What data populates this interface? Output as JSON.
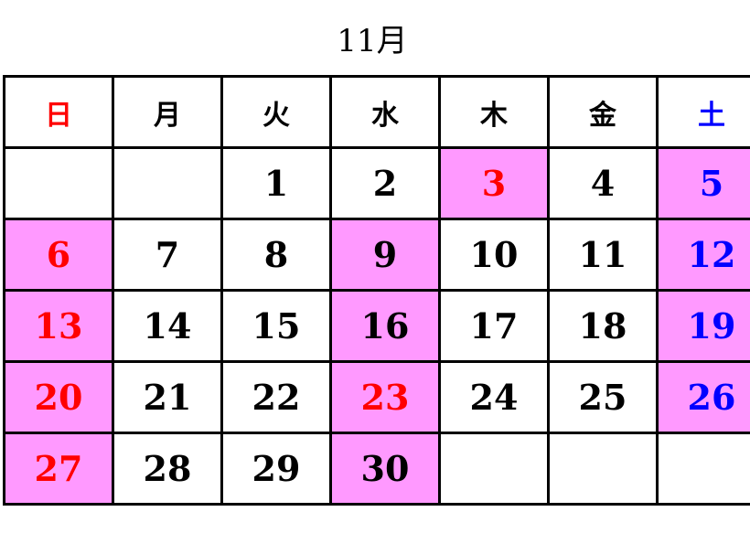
{
  "title": "11月",
  "weekdays": [
    "日",
    "月",
    "火",
    "水",
    "木",
    "金",
    "土"
  ],
  "colors": {
    "sunday": "#ff0000",
    "saturday": "#0000ff",
    "normal": "#000000",
    "highlight_bg": "#ff99ff"
  },
  "weeks": [
    [
      {
        "day": "",
        "highlight": false,
        "color": "normal"
      },
      {
        "day": "",
        "highlight": false,
        "color": "normal"
      },
      {
        "day": "1",
        "highlight": false,
        "color": "normal"
      },
      {
        "day": "2",
        "highlight": false,
        "color": "normal"
      },
      {
        "day": "3",
        "highlight": true,
        "color": "sunday"
      },
      {
        "day": "4",
        "highlight": false,
        "color": "normal"
      },
      {
        "day": "5",
        "highlight": true,
        "color": "saturday"
      }
    ],
    [
      {
        "day": "6",
        "highlight": true,
        "color": "sunday"
      },
      {
        "day": "7",
        "highlight": false,
        "color": "normal"
      },
      {
        "day": "8",
        "highlight": false,
        "color": "normal"
      },
      {
        "day": "9",
        "highlight": true,
        "color": "normal"
      },
      {
        "day": "10",
        "highlight": false,
        "color": "normal"
      },
      {
        "day": "11",
        "highlight": false,
        "color": "normal"
      },
      {
        "day": "12",
        "highlight": true,
        "color": "saturday"
      }
    ],
    [
      {
        "day": "13",
        "highlight": true,
        "color": "sunday"
      },
      {
        "day": "14",
        "highlight": false,
        "color": "normal"
      },
      {
        "day": "15",
        "highlight": false,
        "color": "normal"
      },
      {
        "day": "16",
        "highlight": true,
        "color": "normal"
      },
      {
        "day": "17",
        "highlight": false,
        "color": "normal"
      },
      {
        "day": "18",
        "highlight": false,
        "color": "normal"
      },
      {
        "day": "19",
        "highlight": true,
        "color": "saturday"
      }
    ],
    [
      {
        "day": "20",
        "highlight": true,
        "color": "sunday"
      },
      {
        "day": "21",
        "highlight": false,
        "color": "normal"
      },
      {
        "day": "22",
        "highlight": false,
        "color": "normal"
      },
      {
        "day": "23",
        "highlight": true,
        "color": "sunday"
      },
      {
        "day": "24",
        "highlight": false,
        "color": "normal"
      },
      {
        "day": "25",
        "highlight": false,
        "color": "normal"
      },
      {
        "day": "26",
        "highlight": true,
        "color": "saturday"
      }
    ],
    [
      {
        "day": "27",
        "highlight": true,
        "color": "sunday"
      },
      {
        "day": "28",
        "highlight": false,
        "color": "normal"
      },
      {
        "day": "29",
        "highlight": false,
        "color": "normal"
      },
      {
        "day": "30",
        "highlight": true,
        "color": "normal"
      },
      {
        "day": "",
        "highlight": false,
        "color": "normal"
      },
      {
        "day": "",
        "highlight": false,
        "color": "normal"
      },
      {
        "day": "",
        "highlight": false,
        "color": "normal"
      }
    ]
  ]
}
